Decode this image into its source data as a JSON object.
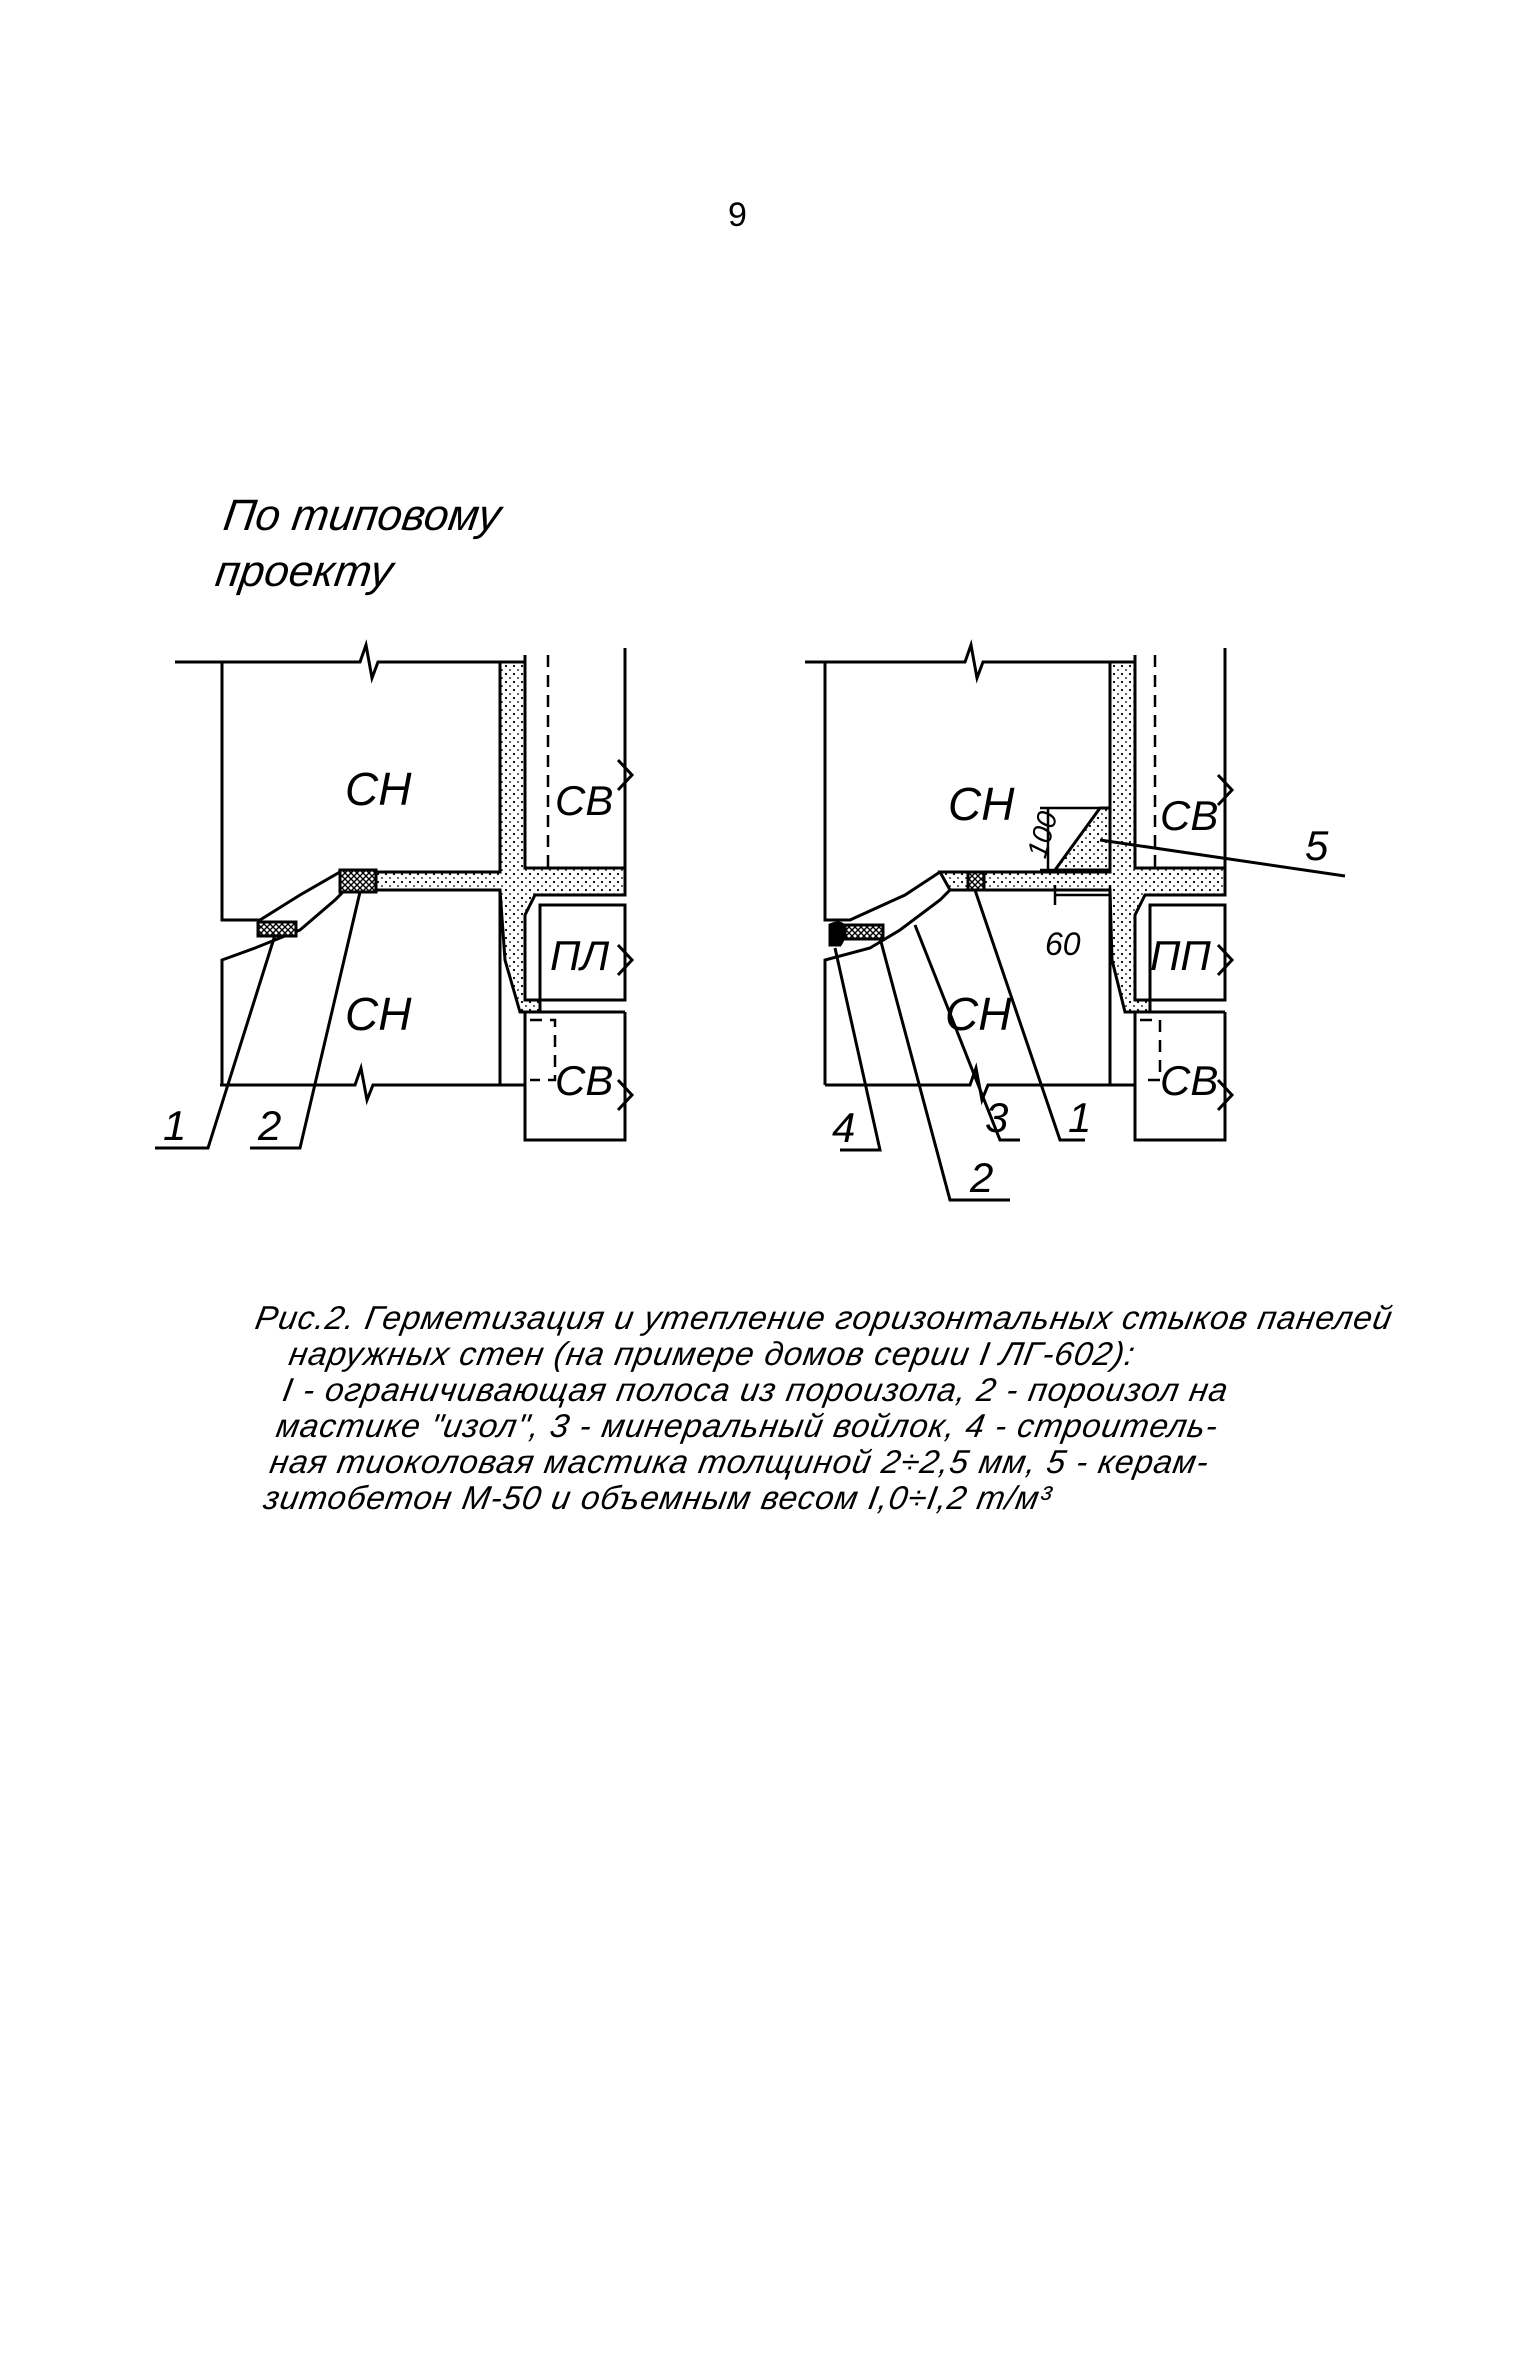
{
  "page": {
    "number": "9"
  },
  "note": {
    "line1": "По типовому",
    "line2": "проекту"
  },
  "left_detail": {
    "labels": {
      "top_panel": "СН",
      "bottom_panel": "СН",
      "upper_inner": "СВ",
      "floor": "ПЛ",
      "lower_inner": "СВ"
    },
    "callouts": [
      "1",
      "2"
    ]
  },
  "right_detail": {
    "labels": {
      "top_panel": "СН",
      "bottom_panel": "СН",
      "upper_inner": "СВ",
      "floor": "ПП",
      "lower_inner": "СВ"
    },
    "dimensions": {
      "height": "100",
      "width": "60"
    },
    "callouts": [
      "1",
      "2",
      "3",
      "4",
      "5"
    ]
  },
  "caption": {
    "prefix": "Рис.2.",
    "lines": [
      "Герметизация и утепление горизонтальных стыков панелей",
      "наружных стен (на примере домов серии I ЛГ-602):",
      "I - ограничивающая полоса из пороизола, 2 - пороизол на",
      "мастике \"изол\", 3 - минеральный войлок, 4 - строитель-",
      "ная тиоколовая мастика толщиной 2÷2,5 мм, 5 - керам-",
      "зитобетон М-50 и объемным весом I,0÷I,2 т/м³"
    ]
  },
  "colors": {
    "ink": "#000000",
    "paper": "#ffffff"
  }
}
